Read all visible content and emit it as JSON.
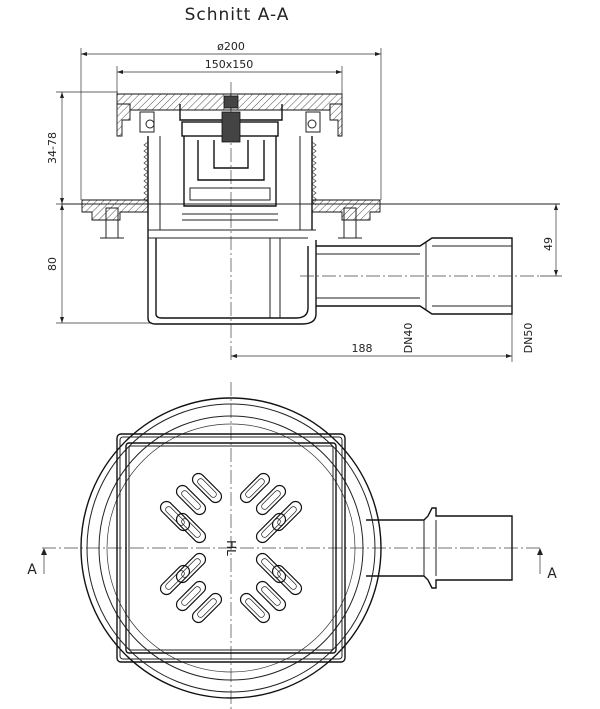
{
  "section_title": "Schnitt A-A",
  "dimensions": {
    "outer_diameter": "ø200",
    "grate_size": "150x150",
    "height_adjust": "34-78",
    "body_height": "80",
    "outlet_height": "49",
    "outlet_length": "188",
    "inner_outlet": "DN40",
    "outer_outlet": "DN50"
  },
  "grate_marking": "HL",
  "section_marks": {
    "left": "A",
    "right": "A"
  }
}
